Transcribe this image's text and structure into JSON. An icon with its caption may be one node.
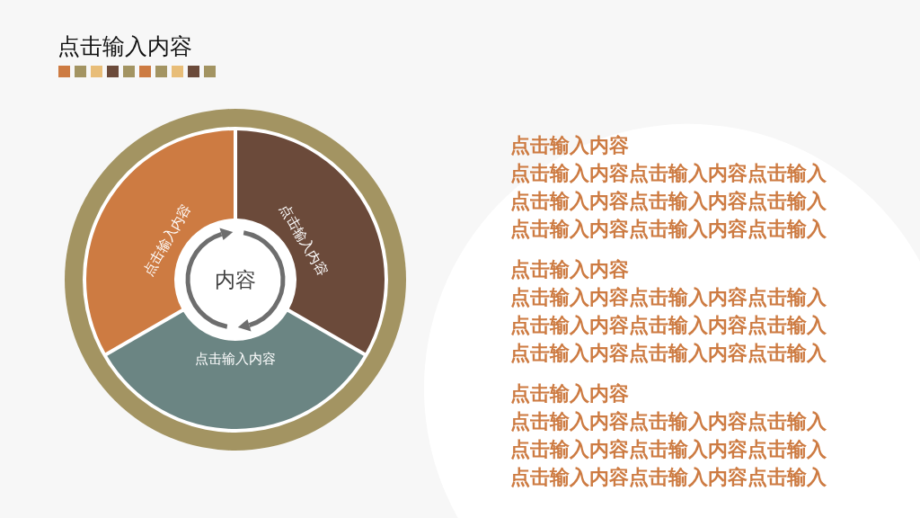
{
  "diagram": {
    "title": "点击输入内容",
    "nodes": [
      {
        "text": [
          "点击输入内容"
        ]
      },
      {
        "text": [
          "点击输入内容"
        ]
      },
      {
        "text": [
          "内容"
        ]
      },
      {
        "text": [
          "点击输入内容"
        ]
      }
    ],
    "labels": [
      "点击输入内容",
      "点击输入内容点击输入内容点击输入",
      "点击输入内容点击输入内容点击输入",
      "点击输入内容点击输入内容点击输入",
      "点击输入内容",
      "点击输入内容点击输入内容点击输入",
      "点击输入内容点击输入内容点击输入",
      "点击输入内容点击输入内容点击输入",
      "点击输入内容",
      "点击输入内容点击输入内容点击输入",
      "点击输入内容点击输入内容点击输入",
      "点击输入内容点击输入内容点击输入"
    ]
  }
}
